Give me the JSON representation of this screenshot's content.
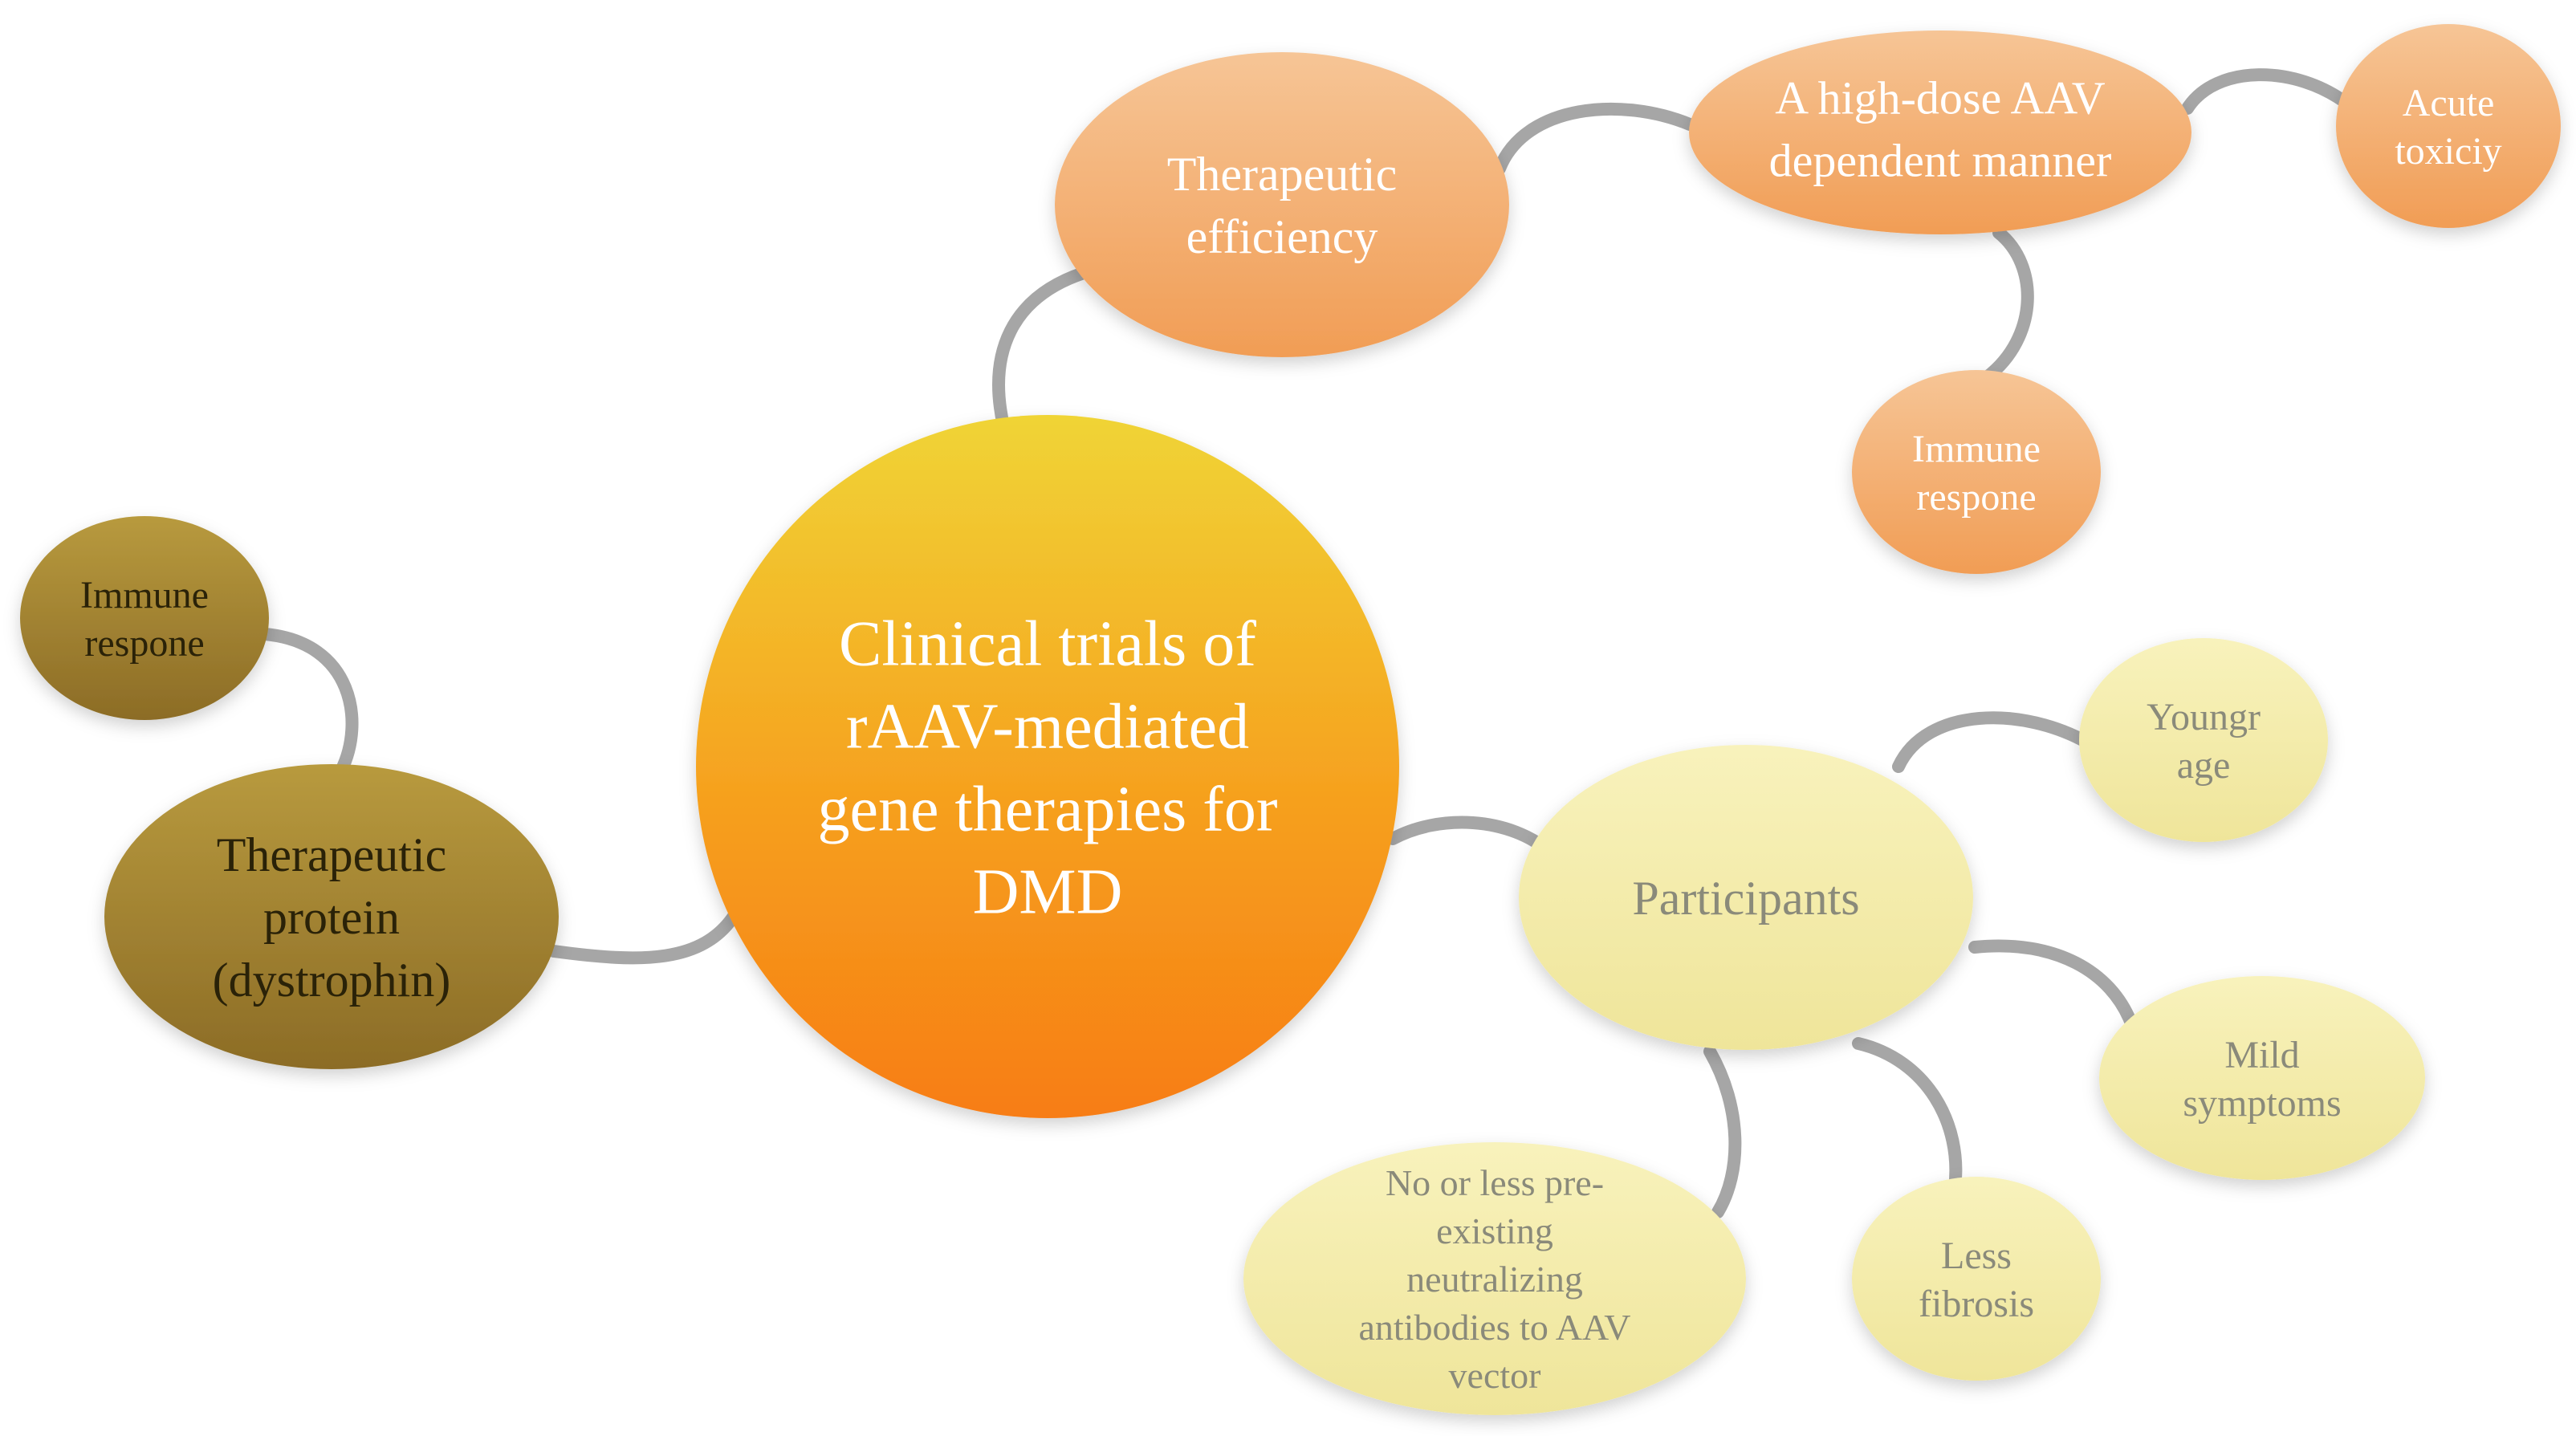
{
  "diagram": {
    "center": {
      "lines": [
        "Clinical trials of",
        "rAAV-mediated",
        "gene therapies for",
        "DMD"
      ]
    },
    "therapeutic_protein": {
      "lines": [
        "Therapeutic",
        "protein",
        "(dystrophin)"
      ]
    },
    "immune_response_left": {
      "lines": [
        "Immune",
        "respone"
      ]
    },
    "therapeutic_efficiency": {
      "lines": [
        "Therapeutic",
        "efficiency"
      ]
    },
    "high_dose": {
      "lines": [
        "A high-dose AAV",
        "dependent manner"
      ]
    },
    "acute_toxicity": {
      "lines": [
        "Acute",
        "toxiciy"
      ]
    },
    "immune_response_right": {
      "lines": [
        "Immune",
        "respone"
      ]
    },
    "participants": {
      "lines": [
        "Participants"
      ]
    },
    "younger_age": {
      "lines": [
        "Youngr",
        "age"
      ]
    },
    "mild_symptoms": {
      "lines": [
        "Mild",
        "symptoms"
      ]
    },
    "less_fibrosis": {
      "lines": [
        "Less",
        "fibrosis"
      ]
    },
    "neutralizing_antibodies": {
      "lines": [
        "No or less pre-",
        "existing",
        "neutralizing",
        "antibodies to AAV",
        "vector"
      ]
    }
  },
  "colors": {
    "center_top": "#f0d436",
    "center_bottom": "#f77d14",
    "brown_light": "#b89a3e",
    "brown_dark": "#8c6c26",
    "orange_light": "#f6c596",
    "orange_dark": "#f19d55",
    "yellow_light": "#f8f2bc",
    "yellow_dark": "#efe59a",
    "connector": "#a6a6a6",
    "text_white": "#ffffff",
    "text_dark": "#2a2208",
    "text_grey": "#8a8a7a"
  }
}
